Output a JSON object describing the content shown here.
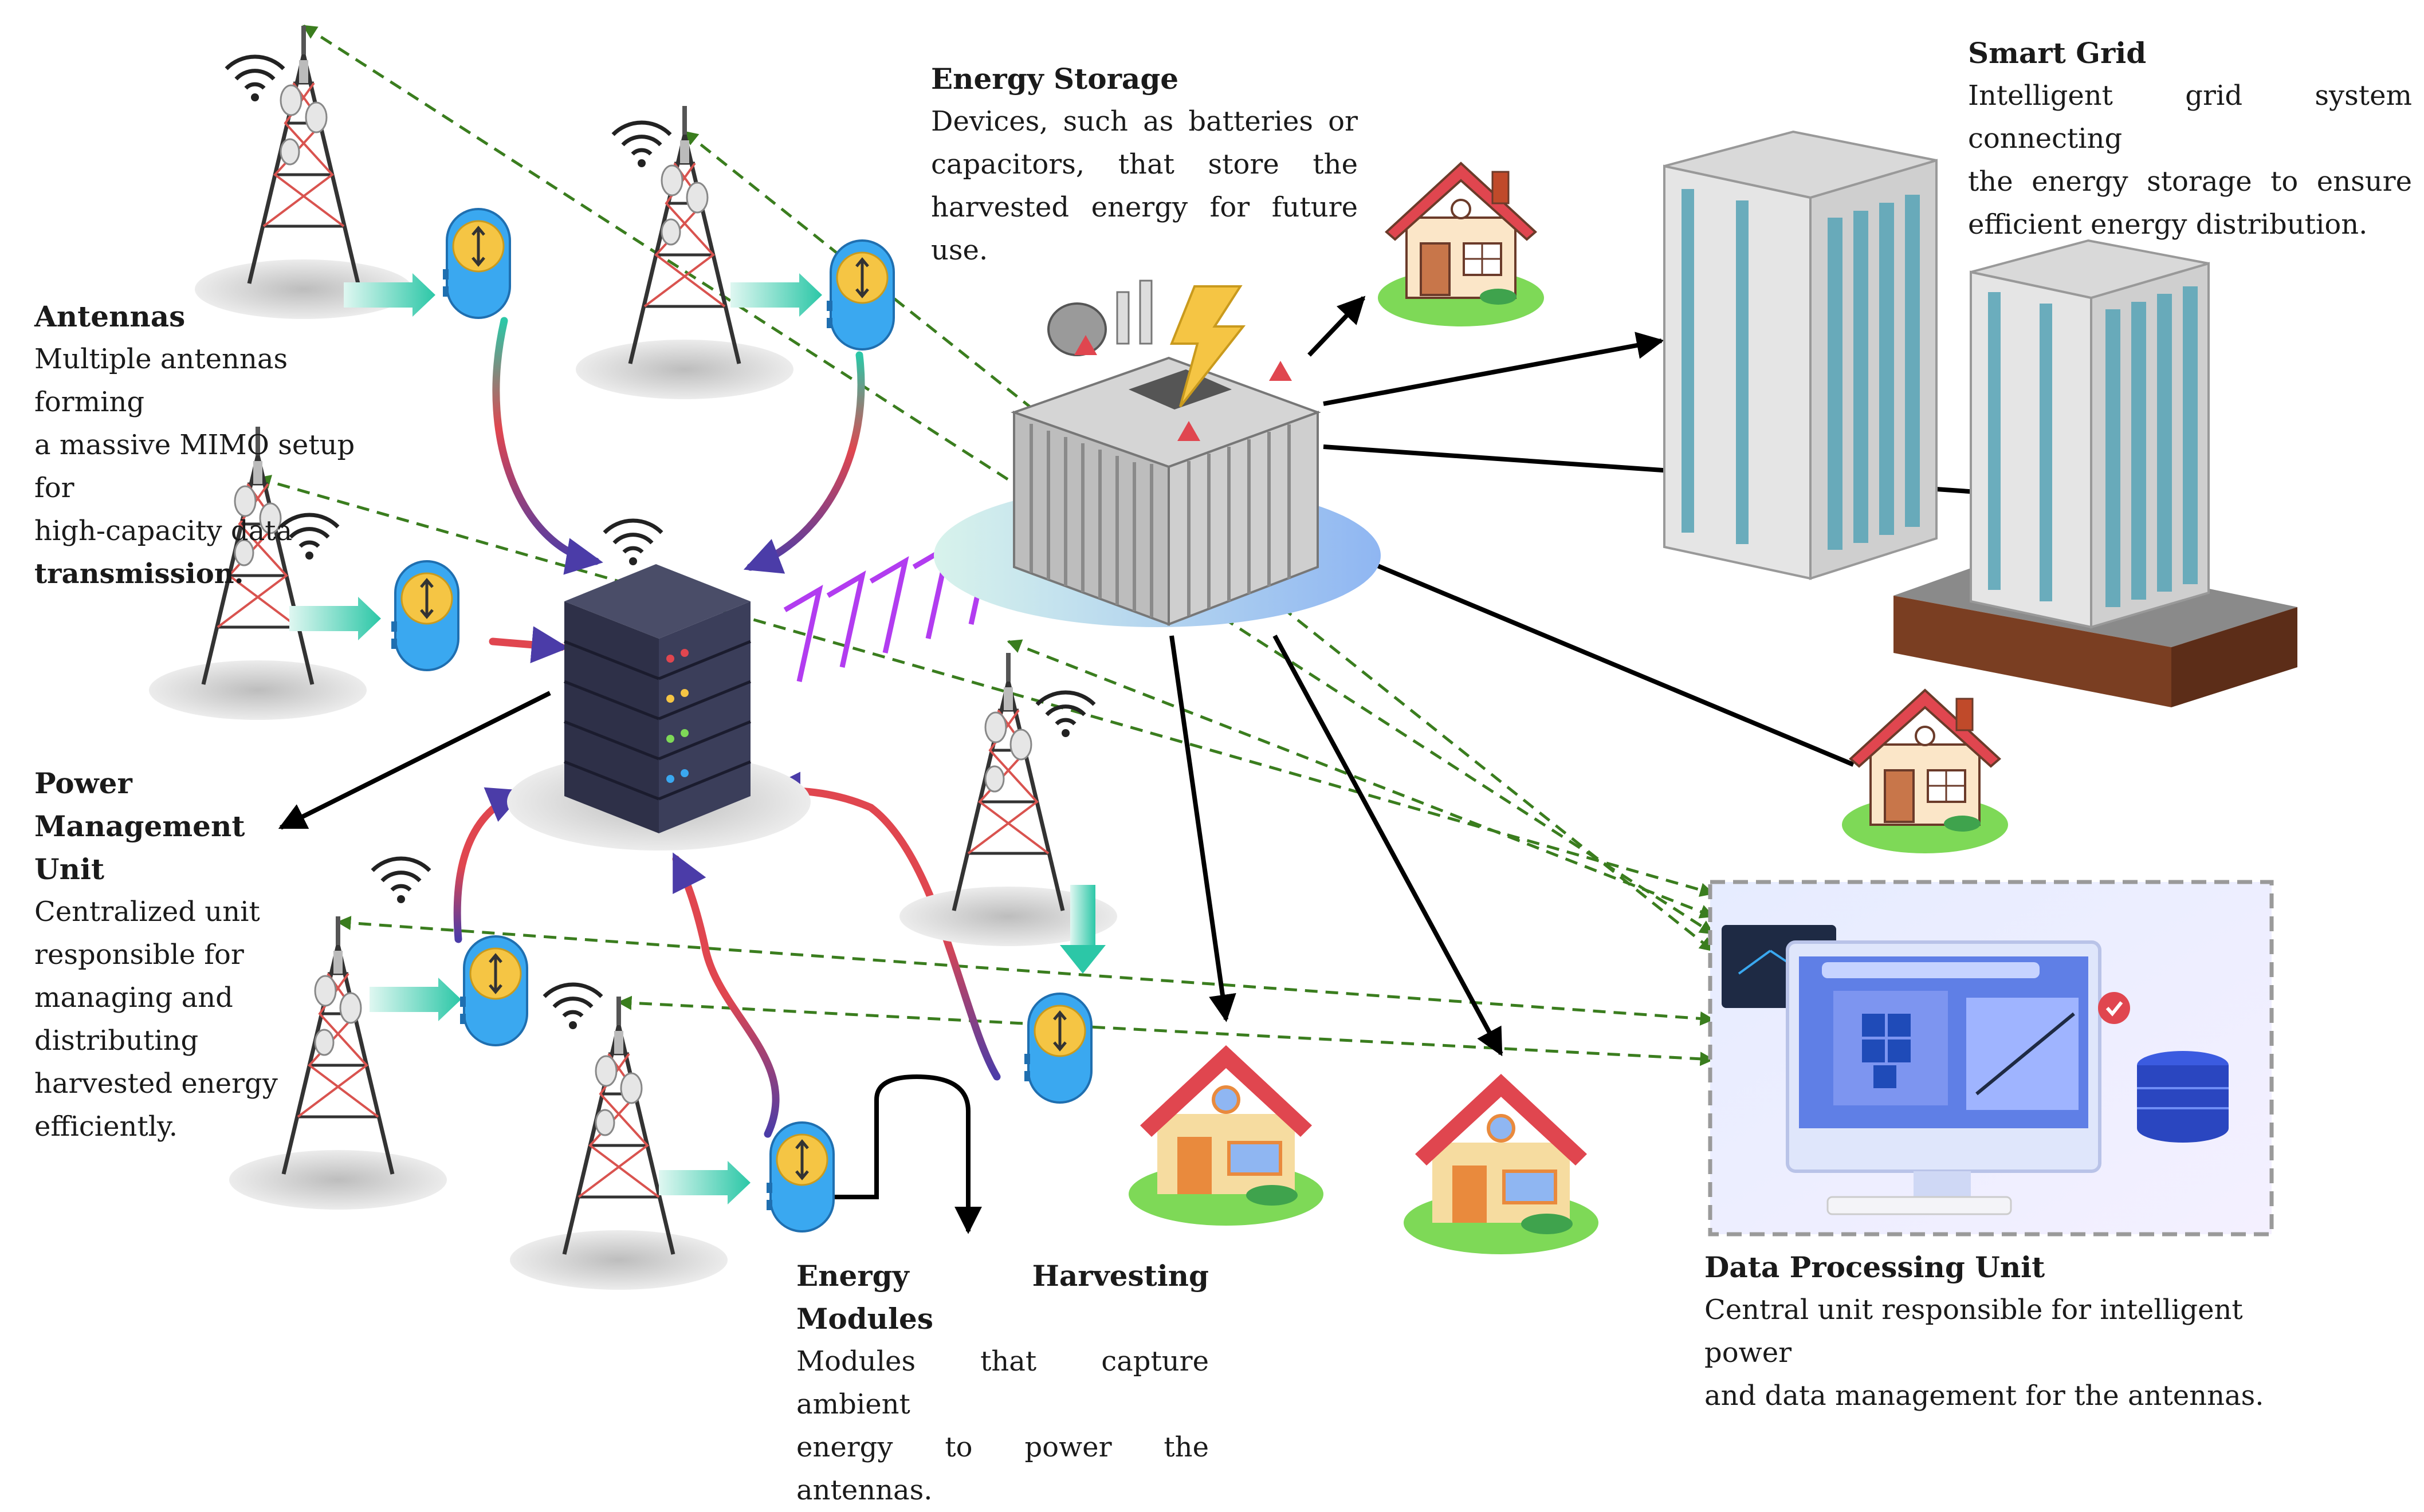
{
  "labels": {
    "antennas": {
      "title": "Antennas",
      "lines": [
        "Multiple antennas forming",
        "a massive MIMO setup for",
        "high-capacity data",
        "transmission."
      ]
    },
    "power_management": {
      "title_lines": [
        "Power",
        "Management Unit"
      ],
      "lines": [
        "Centralized unit",
        "responsible for",
        "managing and",
        "distributing",
        "harvested energy",
        "efficiently."
      ]
    },
    "energy_storage": {
      "title": "Energy Storage",
      "lines": [
        "Devices, such as batteries or",
        "capacitors, that store the",
        "harvested energy for future use."
      ]
    },
    "smart_grid": {
      "title": "Smart Grid",
      "lines": [
        "Intelligent grid system connecting",
        "the energy storage to ensure",
        "efficient energy distribution."
      ]
    },
    "energy_harvesting": {
      "title": "Energy Harvesting Modules",
      "lines": [
        "Modules that capture ambient",
        "energy to power the antennas."
      ]
    },
    "data_processing": {
      "title": "Data Processing Unit",
      "lines": [
        "Central unit responsible for intelligent power",
        "and data management for the antennas."
      ]
    }
  },
  "icons": [
    "cell-tower-icon",
    "wifi-icon",
    "energy-module-icon",
    "server-icon",
    "transformer-icon",
    "lightning-icon",
    "house-icon",
    "building-icon",
    "computer-icon",
    "database-icon"
  ],
  "colors": {
    "link_dashed": "#3a7d1e",
    "arrow_black": "#000000",
    "module_blue": "#3aa8f0",
    "module_yellow": "#f5c544",
    "feed_teal": "#2cc7a7",
    "chevron_purple": "#b23cf0",
    "roof_red": "#e0464f",
    "house_wall": "#f6dca0",
    "grass_green": "#7ed957",
    "tower_red": "#d9534f"
  }
}
